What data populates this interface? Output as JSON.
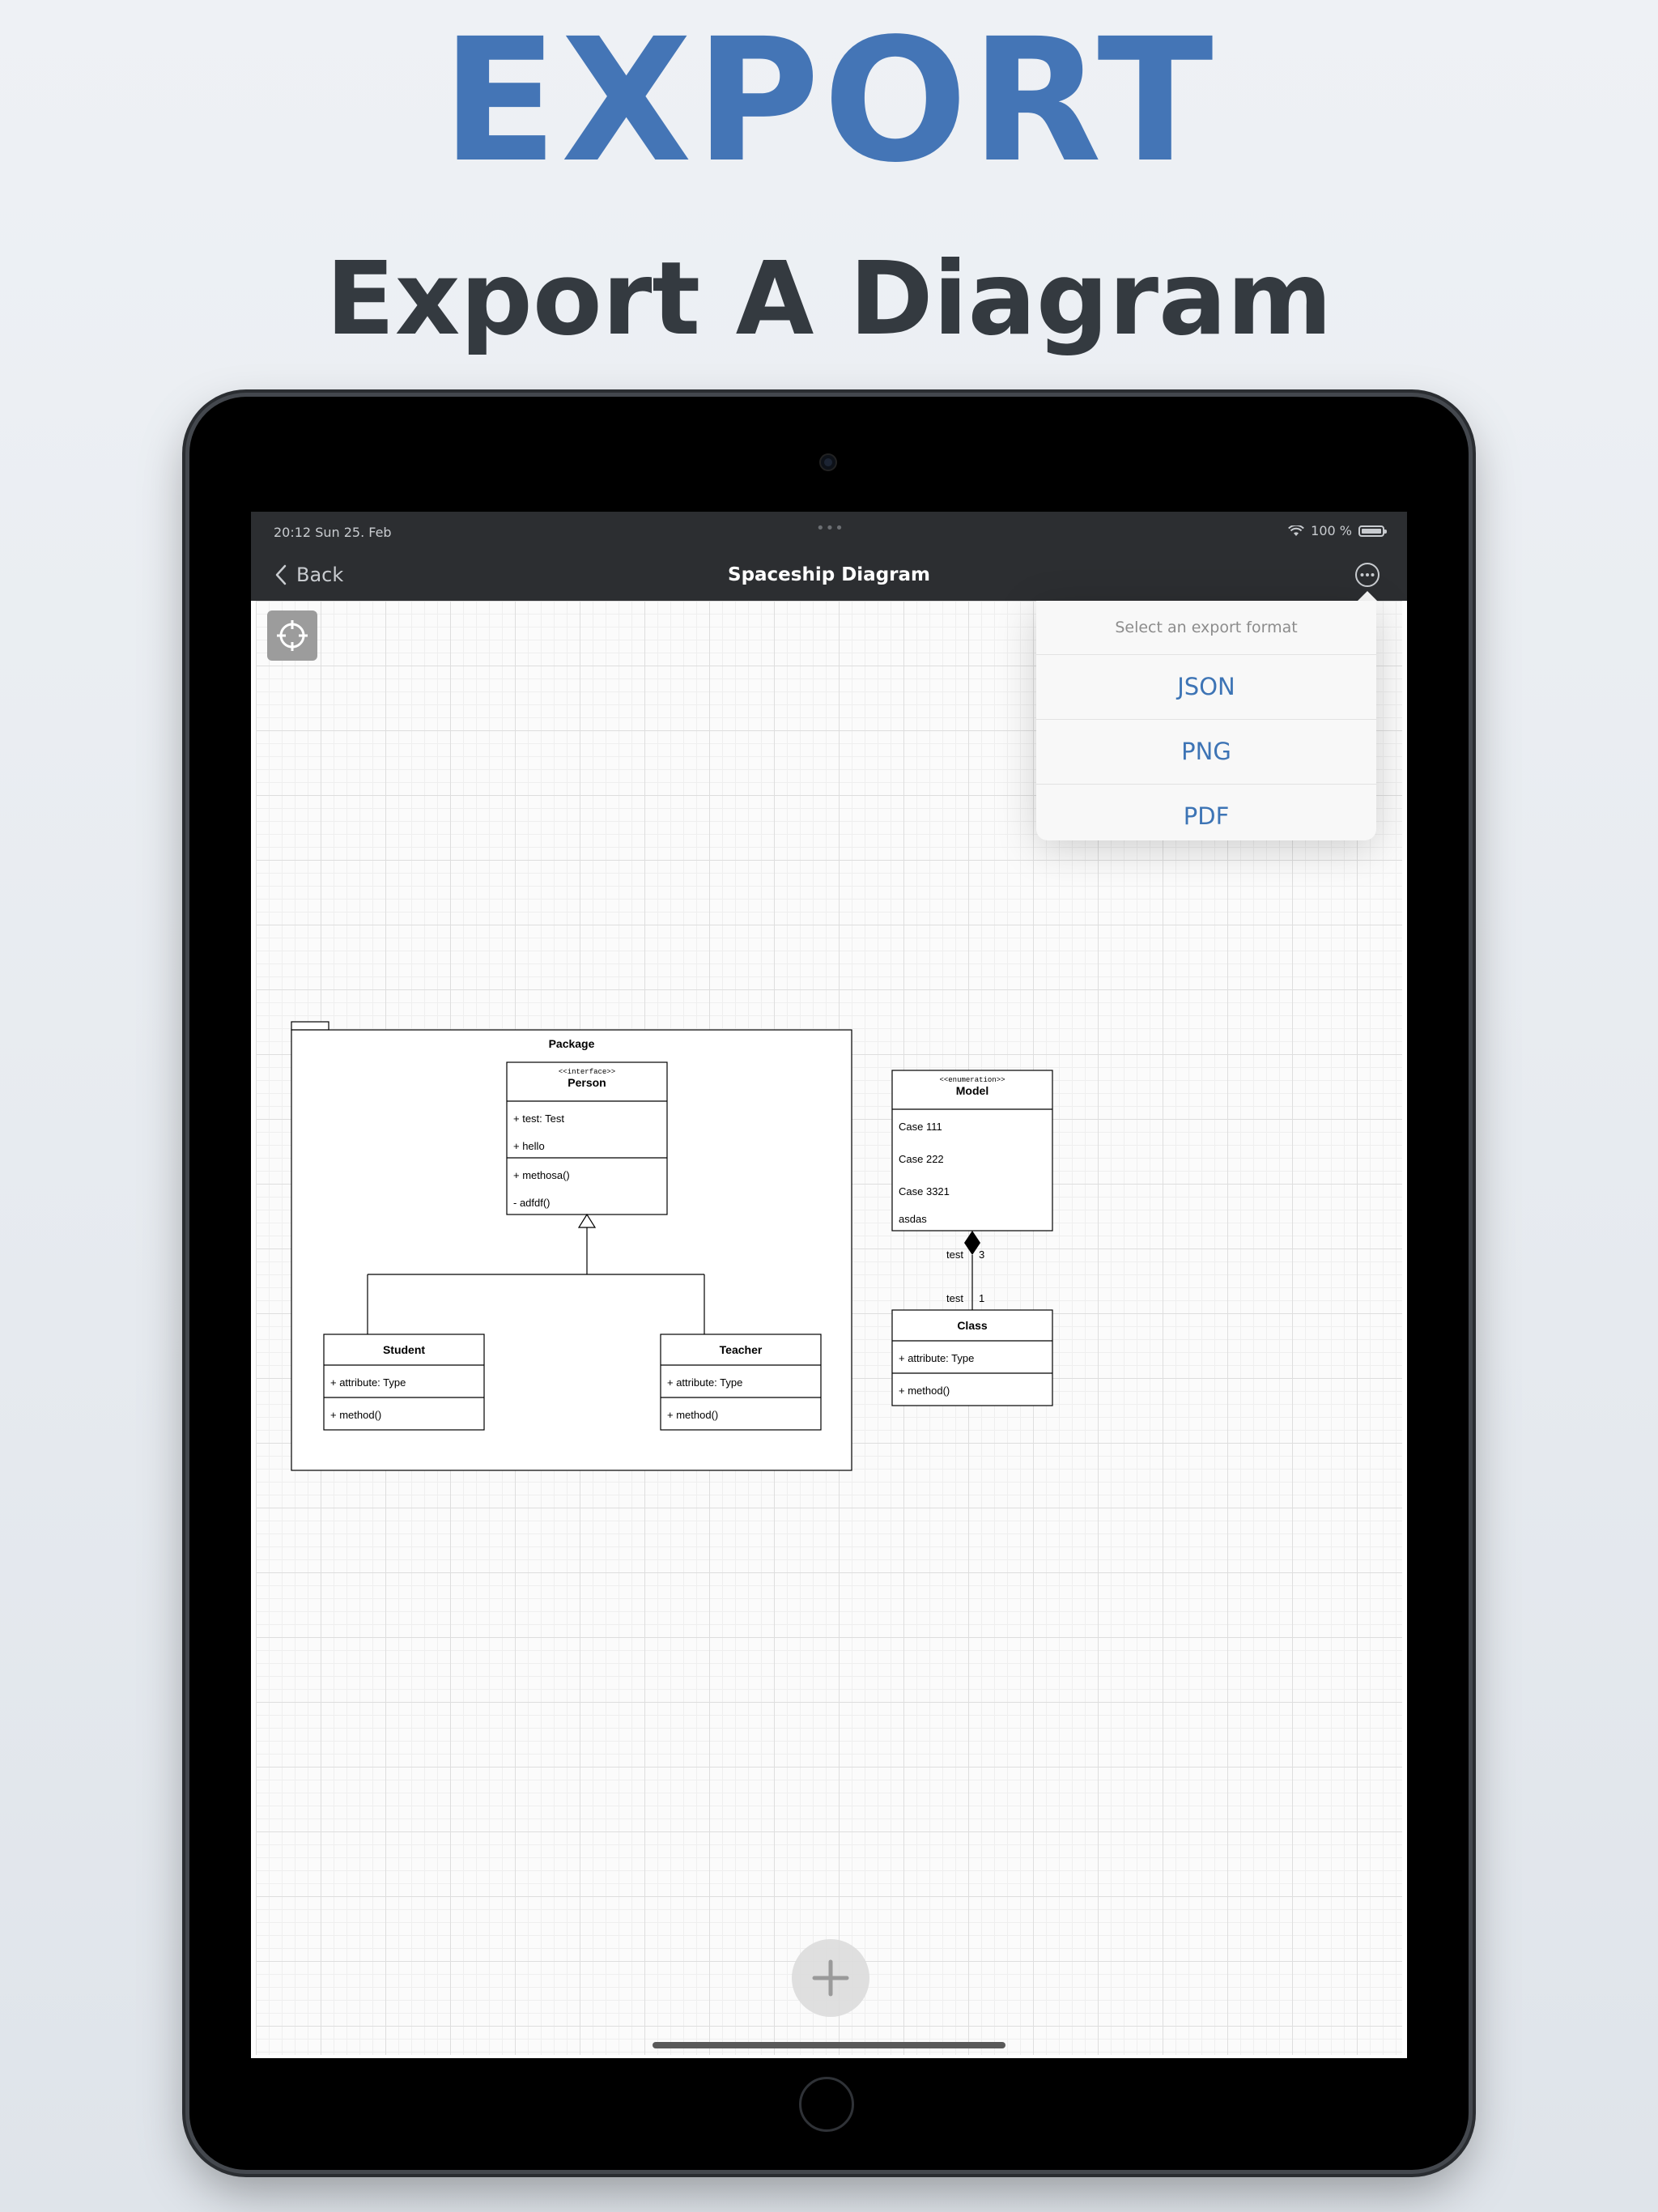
{
  "hero": {
    "title": "EXPORT",
    "subtitle": "Export A Diagram"
  },
  "status_bar": {
    "time": "20:12   Sun 25. Feb",
    "dots": "•••",
    "battery": "100 %"
  },
  "nav": {
    "back_label": "Back",
    "title": "Spaceship Diagram"
  },
  "export_popover": {
    "header": "Select an export format",
    "options": [
      "JSON",
      "PNG",
      "PDF"
    ]
  },
  "diagram": {
    "package": {
      "name": "Package"
    },
    "person": {
      "stereotype": "<<interface>>",
      "name": "Person",
      "attributes": [
        "+ test: Test",
        "+ hello"
      ],
      "methods": [
        "+ methosa()",
        "- adfdf()"
      ]
    },
    "student": {
      "name": "Student",
      "attributes": [
        "+ attribute: Type"
      ],
      "methods": [
        "+ method()"
      ]
    },
    "teacher": {
      "name": "Teacher",
      "attributes": [
        "+ attribute: Type"
      ],
      "methods": [
        "+ method()"
      ]
    },
    "model": {
      "stereotype": "<<enumeration>>",
      "name": "Model",
      "cases": [
        "Case 111",
        "Case 222",
        "Case 3321",
        "asdas"
      ]
    },
    "class_box": {
      "name": "Class",
      "attributes": [
        "+ attribute: Type"
      ],
      "methods": [
        "+ method()"
      ]
    },
    "relation": {
      "label_top": "test",
      "mult_top": "3",
      "label_bottom": "test",
      "mult_bottom": "1"
    }
  }
}
